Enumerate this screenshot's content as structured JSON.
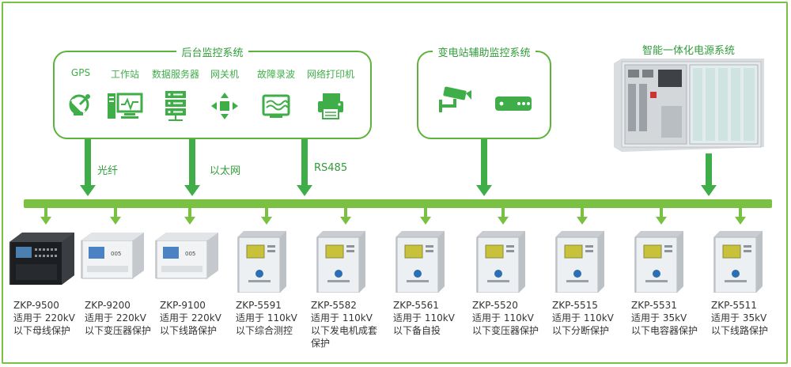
{
  "backend_system": {
    "title": "后台监控系统",
    "items": [
      {
        "label": "GPS",
        "icon": "satellite-dish-icon"
      },
      {
        "label": "工作站",
        "icon": "workstation-icon"
      },
      {
        "label": "数据服务器",
        "icon": "server-icon"
      },
      {
        "label": "网关机",
        "icon": "gateway-icon"
      },
      {
        "label": "故障录波",
        "icon": "fault-recorder-icon"
      },
      {
        "label": "网络打印机",
        "icon": "printer-icon"
      }
    ]
  },
  "substation_system": {
    "title": "变电站辅助监控系统",
    "items": [
      {
        "icon": "camera-icon"
      },
      {
        "icon": "controller-box-icon"
      }
    ]
  },
  "power_system": {
    "title": "智能一体化电源系统"
  },
  "connections": {
    "fiber": "光纤",
    "ethernet": "以太网",
    "rs485": "RS485"
  },
  "devices": [
    {
      "model": "ZKP-9500",
      "desc1": "适用于 220kV",
      "desc2": "以下母线保护",
      "desc3": "",
      "style": "black"
    },
    {
      "model": "ZKP-9200",
      "desc1": "适用于 220kV",
      "desc2": "以下变压器保护",
      "desc3": "",
      "style": "white-rack"
    },
    {
      "model": "ZKP-9100",
      "desc1": "适用于 220kV",
      "desc2": "以下线路保护",
      "desc3": "",
      "style": "white-rack"
    },
    {
      "model": "ZKP-5591",
      "desc1": "适用于 110kV",
      "desc2": "以下综合测控",
      "desc3": "",
      "style": "relay"
    },
    {
      "model": "ZKP-5582",
      "desc1": "适用于 110kV",
      "desc2": "以下发电机成套",
      "desc3": "保护",
      "style": "relay"
    },
    {
      "model": "ZKP-5561",
      "desc1": "适用于 110kV",
      "desc2": "以下备自投",
      "desc3": "",
      "style": "relay"
    },
    {
      "model": "ZKP-5520",
      "desc1": "适用于 110kV",
      "desc2": "以下变压器保护",
      "desc3": "",
      "style": "relay"
    },
    {
      "model": "ZKP-5515",
      "desc1": "适用于 110kV",
      "desc2": "以下分断保护",
      "desc3": "",
      "style": "relay"
    },
    {
      "model": "ZKP-5531",
      "desc1": "适用于 35kV",
      "desc2": "以下电容器保护",
      "desc3": "",
      "style": "relay"
    },
    {
      "model": "ZKP-5511",
      "desc1": "适用于 35kV",
      "desc2": "以下线路保护",
      "desc3": "",
      "style": "relay"
    }
  ],
  "colors": {
    "accent": "#3fae49",
    "bus": "#79c043",
    "frame": "#7ac143"
  }
}
